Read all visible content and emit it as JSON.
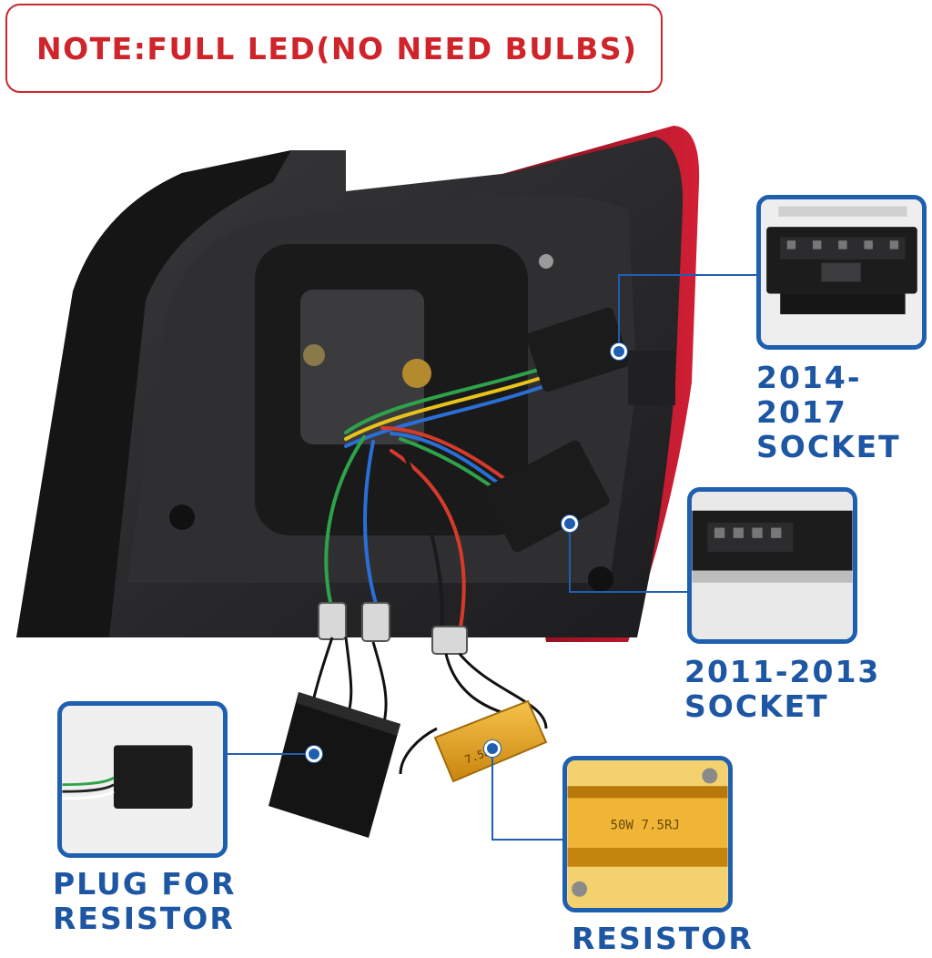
{
  "note": {
    "text": "NOTE:FULL LED(NO NEED BULBS)"
  },
  "callouts": {
    "socket_2014": {
      "line1": "2014-2017",
      "line2": "SOCKET"
    },
    "socket_2011": {
      "line1": "2011-2013",
      "line2": "SOCKET"
    },
    "plug": {
      "line1": "PLUG FOR",
      "line2": "RESISTOR"
    },
    "resistor": {
      "line1": "RESISTOR",
      "marking": "50W 7.5RJ",
      "body_marking": "7.5RJ"
    }
  },
  "colors": {
    "note_red": "#d0242b",
    "callout_blue": "#1f5fb0",
    "label_blue": "#1d56a3",
    "housing_dark": "#2a2a2c",
    "lens_red": "#b0162a",
    "resistor_gold": "#e8a21c"
  }
}
